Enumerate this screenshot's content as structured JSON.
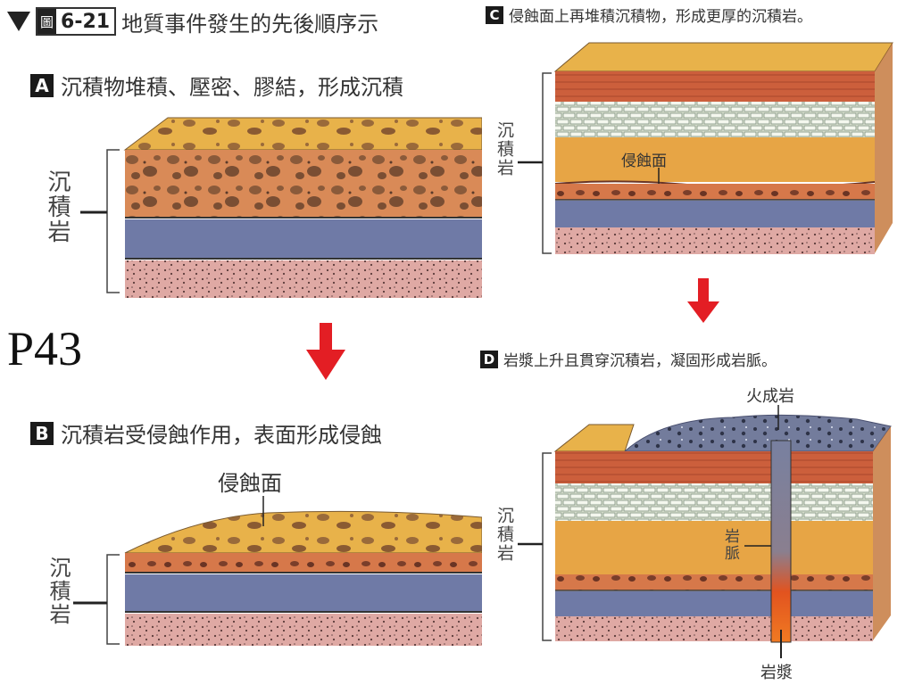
{
  "figure": {
    "prefix": "圖",
    "number": "6-21",
    "title": "地質事件發生的先後順序示"
  },
  "page_label": "P43",
  "panels": {
    "A": {
      "letter": "A",
      "caption": "沉積物堆積、壓密、膠結，形成沉積",
      "side_label": "沉積岩"
    },
    "B": {
      "letter": "B",
      "caption": "沉積岩受侵蝕作用，表面形成侵蝕",
      "side_label": "沉積岩",
      "erosion_label": "侵蝕面"
    },
    "C": {
      "letter": "C",
      "caption": "侵蝕面上再堆積沉積物，形成更厚的沉積岩。",
      "side_label": "沉積岩",
      "erosion_label": "侵蝕面"
    },
    "D": {
      "letter": "D",
      "caption": "岩漿上升且貫穿沉積岩，凝固形成岩脈。",
      "side_label": "沉積岩",
      "igneous_label": "火成岩",
      "dike_label": "岩脈",
      "magma_label": "岩漿"
    }
  },
  "colors": {
    "arrow": "#e31e24",
    "sand": "#e8b24a",
    "conglomerate": "#d98a57",
    "shale_red": "#c8573a",
    "limestone": "#dfe6d8",
    "sandstone": "#e7a545",
    "blue_shale": "#6f7aa6",
    "dotted_base": "#d9a4a4",
    "magma": "#e85a1a",
    "igneous": "#6f7595"
  }
}
